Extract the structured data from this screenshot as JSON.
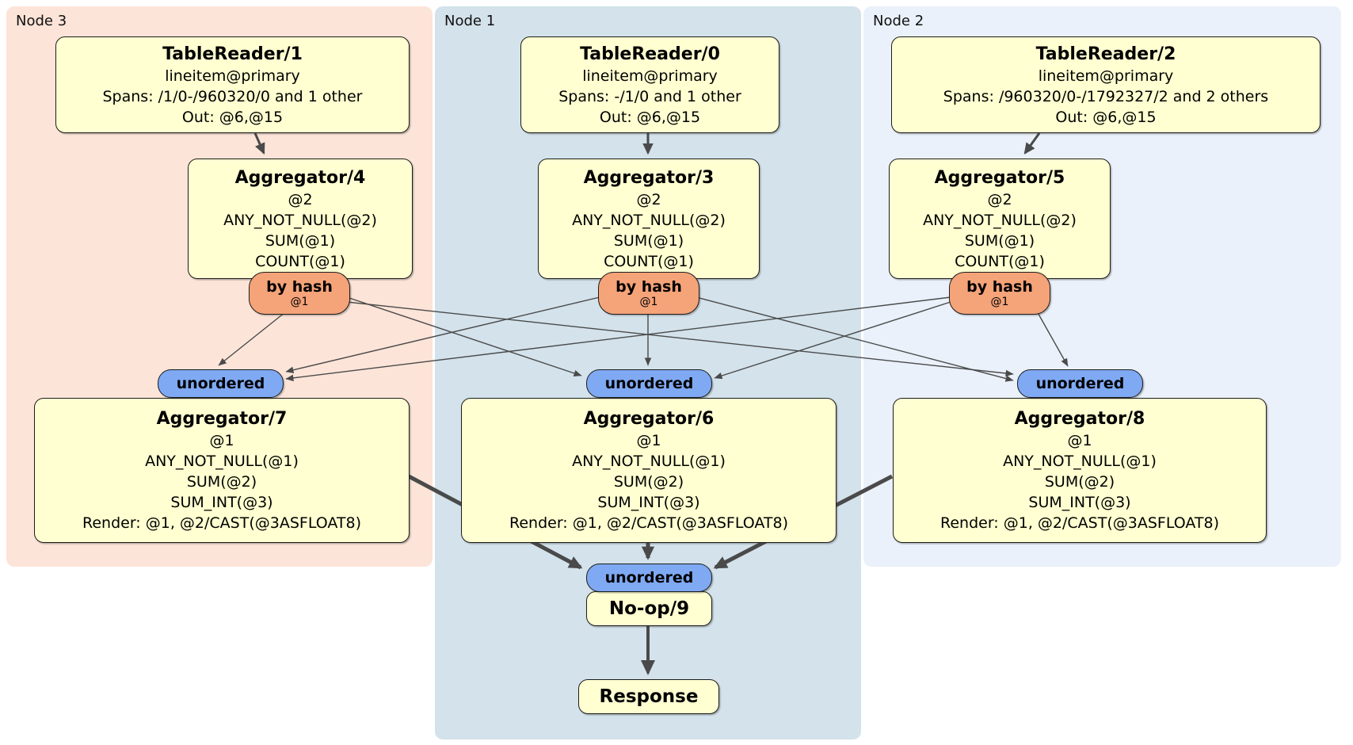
{
  "panels": {
    "node3": {
      "label": "Node 3"
    },
    "node1": {
      "label": "Node 1"
    },
    "node2": {
      "label": "Node 2"
    }
  },
  "processors": {
    "tr1": {
      "title": "TableReader/1",
      "lines": [
        "lineitem@primary",
        "Spans: /1/0-/960320/0 and 1 other",
        "Out: @6,@15"
      ]
    },
    "tr0": {
      "title": "TableReader/0",
      "lines": [
        "lineitem@primary",
        "Spans: -/1/0 and 1 other",
        "Out: @6,@15"
      ]
    },
    "tr2": {
      "title": "TableReader/2",
      "lines": [
        "lineitem@primary",
        "Spans: /960320/0-/1792327/2 and 2 others",
        "Out: @6,@15"
      ]
    },
    "agg4": {
      "title": "Aggregator/4",
      "lines": [
        "@2",
        "ANY_NOT_NULL(@2)",
        "SUM(@1)",
        "COUNT(@1)"
      ]
    },
    "agg3": {
      "title": "Aggregator/3",
      "lines": [
        "@2",
        "ANY_NOT_NULL(@2)",
        "SUM(@1)",
        "COUNT(@1)"
      ]
    },
    "agg5": {
      "title": "Aggregator/5",
      "lines": [
        "@2",
        "ANY_NOT_NULL(@2)",
        "SUM(@1)",
        "COUNT(@1)"
      ]
    },
    "agg7": {
      "title": "Aggregator/7",
      "lines": [
        "@1",
        "ANY_NOT_NULL(@1)",
        "SUM(@2)",
        "SUM_INT(@3)",
        "Render: @1, @2/CAST(@3ASFLOAT8)"
      ]
    },
    "agg6": {
      "title": "Aggregator/6",
      "lines": [
        "@1",
        "ANY_NOT_NULL(@1)",
        "SUM(@2)",
        "SUM_INT(@3)",
        "Render: @1, @2/CAST(@3ASFLOAT8)"
      ]
    },
    "agg8": {
      "title": "Aggregator/8",
      "lines": [
        "@1",
        "ANY_NOT_NULL(@1)",
        "SUM(@2)",
        "SUM_INT(@3)",
        "Render: @1, @2/CAST(@3ASFLOAT8)"
      ]
    },
    "noop9": {
      "title": "No-op/9"
    },
    "response": {
      "title": "Response"
    }
  },
  "routers": {
    "hash4": {
      "label": "by hash",
      "sub": "@1"
    },
    "hash3": {
      "label": "by hash",
      "sub": "@1"
    },
    "hash5": {
      "label": "by hash",
      "sub": "@1"
    },
    "sync7": {
      "label": "unordered"
    },
    "sync6": {
      "label": "unordered"
    },
    "sync8": {
      "label": "unordered"
    },
    "sync9": {
      "label": "unordered"
    }
  },
  "colors": {
    "node3_panel": "#fce4d8",
    "node1_panel": "#d3e2eb",
    "node2_panel": "#eaf1fa",
    "processor_fill": "#ffffd1",
    "processor_border": "#1c1c1c",
    "hash_router_fill": "#f5a379",
    "unordered_sync_fill": "#7fa9f3",
    "edge_color": "#4a4a4a"
  }
}
